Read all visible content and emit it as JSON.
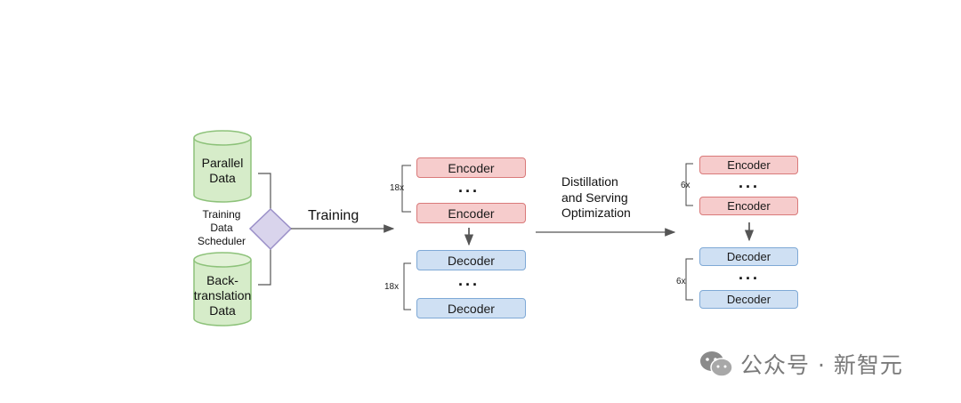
{
  "inputs": {
    "parallel": "Parallel\nData",
    "backtranslation": "Back-\ntranslation\nData"
  },
  "scheduler": "Training\nData\nScheduler",
  "training_label": "Training",
  "distill_label": "Distillation\nand Serving\nOptimization",
  "teacher": {
    "encoder_label": "Encoder",
    "decoder_label": "Decoder",
    "encoder_repeat": "18x",
    "decoder_repeat": "18x",
    "dots": "..."
  },
  "student": {
    "encoder_label": "Encoder",
    "decoder_label": "Decoder",
    "encoder_repeat": "6x",
    "decoder_repeat": "6x",
    "dots": "..."
  },
  "watermark": "公众号 · 新智元",
  "colors": {
    "encoder_fill": "#f6cccc",
    "encoder_border": "#d97a7a",
    "decoder_fill": "#cfe0f3",
    "decoder_border": "#7fa9d6",
    "cylinder_fill": "#d6ecc9",
    "cylinder_border": "#8dc27a",
    "diamond_fill": "#d9d4ec",
    "diamond_border": "#9a8fc8"
  }
}
